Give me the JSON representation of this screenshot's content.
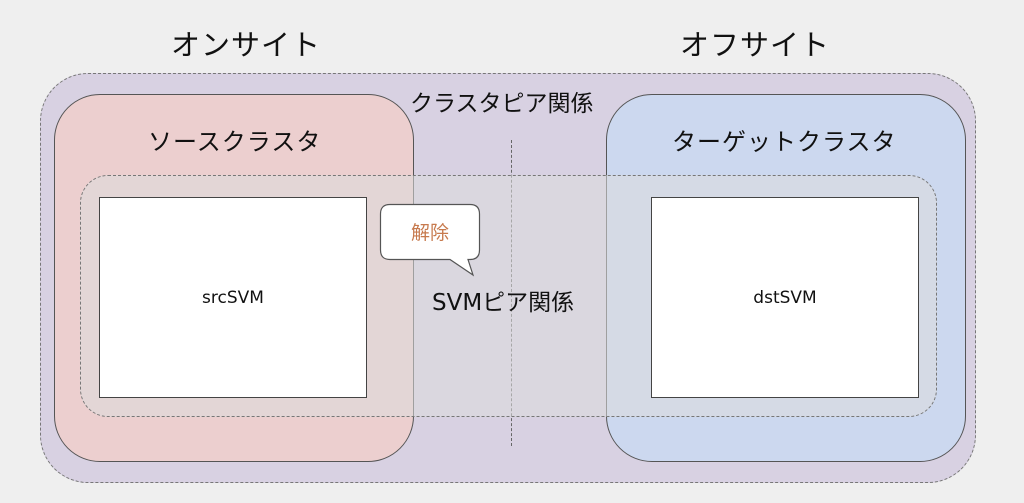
{
  "sites": {
    "onsite": "オンサイト",
    "offsite": "オフサイト"
  },
  "cluster_peer": {
    "label": "クラスタピア関係"
  },
  "source_cluster": {
    "label": "ソースクラスタ",
    "color": "#eccfcf",
    "svm": "srcSVM"
  },
  "target_cluster": {
    "label": "ターゲットクラスタ",
    "color": "#ccd8ef",
    "svm": "dstSVM"
  },
  "svm_peer": {
    "label": "SVMピア関係"
  },
  "callout": {
    "text": "解除",
    "color": "#c77a4e"
  }
}
